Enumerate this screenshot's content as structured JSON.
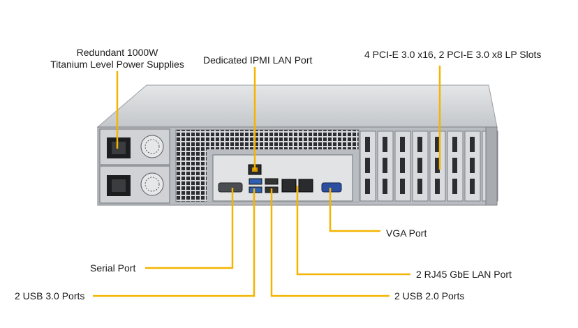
{
  "callouts": {
    "power_supplies": [
      "Redundant  1000W",
      "Titanium  Level  Power Supplies"
    ],
    "ipmi_port": "Dedicated IPMI  LAN Port",
    "pcie_slots": "4 PCI-E 3.0 x16, 2 PCI-E 3.0 x8 LP Slots",
    "vga_port": "VGA Port",
    "serial_port": "Serial Port",
    "rj45_ports": "2 RJ45  GbE LAN Port",
    "usb3_ports": "2 USB 3.0 Ports",
    "usb2_ports": "2 USB 2.0 Ports"
  },
  "colors": {
    "leader_line": "#f4b400",
    "chassis": "#c9cbce",
    "chassis_dark": "#8e9297",
    "text": "#1a1a1a"
  },
  "icons": [
    "power-supply-icon",
    "fan-icon",
    "serial-port-icon",
    "usb-port-icon",
    "rj45-port-icon",
    "vga-port-icon",
    "pcie-slot-icon"
  ]
}
